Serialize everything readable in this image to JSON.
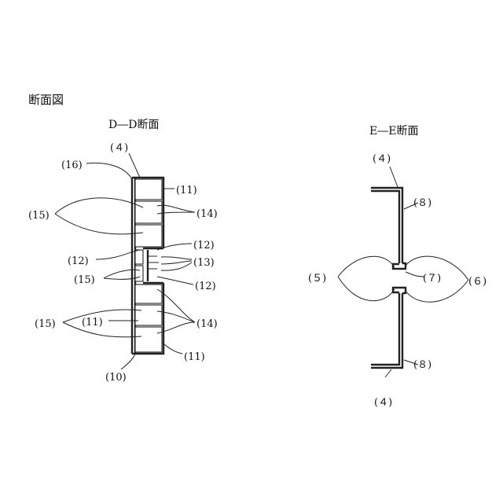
{
  "title": "断面図",
  "views": {
    "dd": {
      "title": "D―D断面"
    },
    "ee": {
      "title": "E―E断面"
    }
  },
  "labels": {
    "l4": "(４)",
    "l16": "(16)",
    "l11": "(11)",
    "l14": "(14)",
    "l15": "(15)",
    "l12": "(12)",
    "l13": "(13)",
    "l10": "(10)",
    "l8": "(８)",
    "l5": "(５)",
    "l7": "(７)",
    "l6": "(６)"
  }
}
